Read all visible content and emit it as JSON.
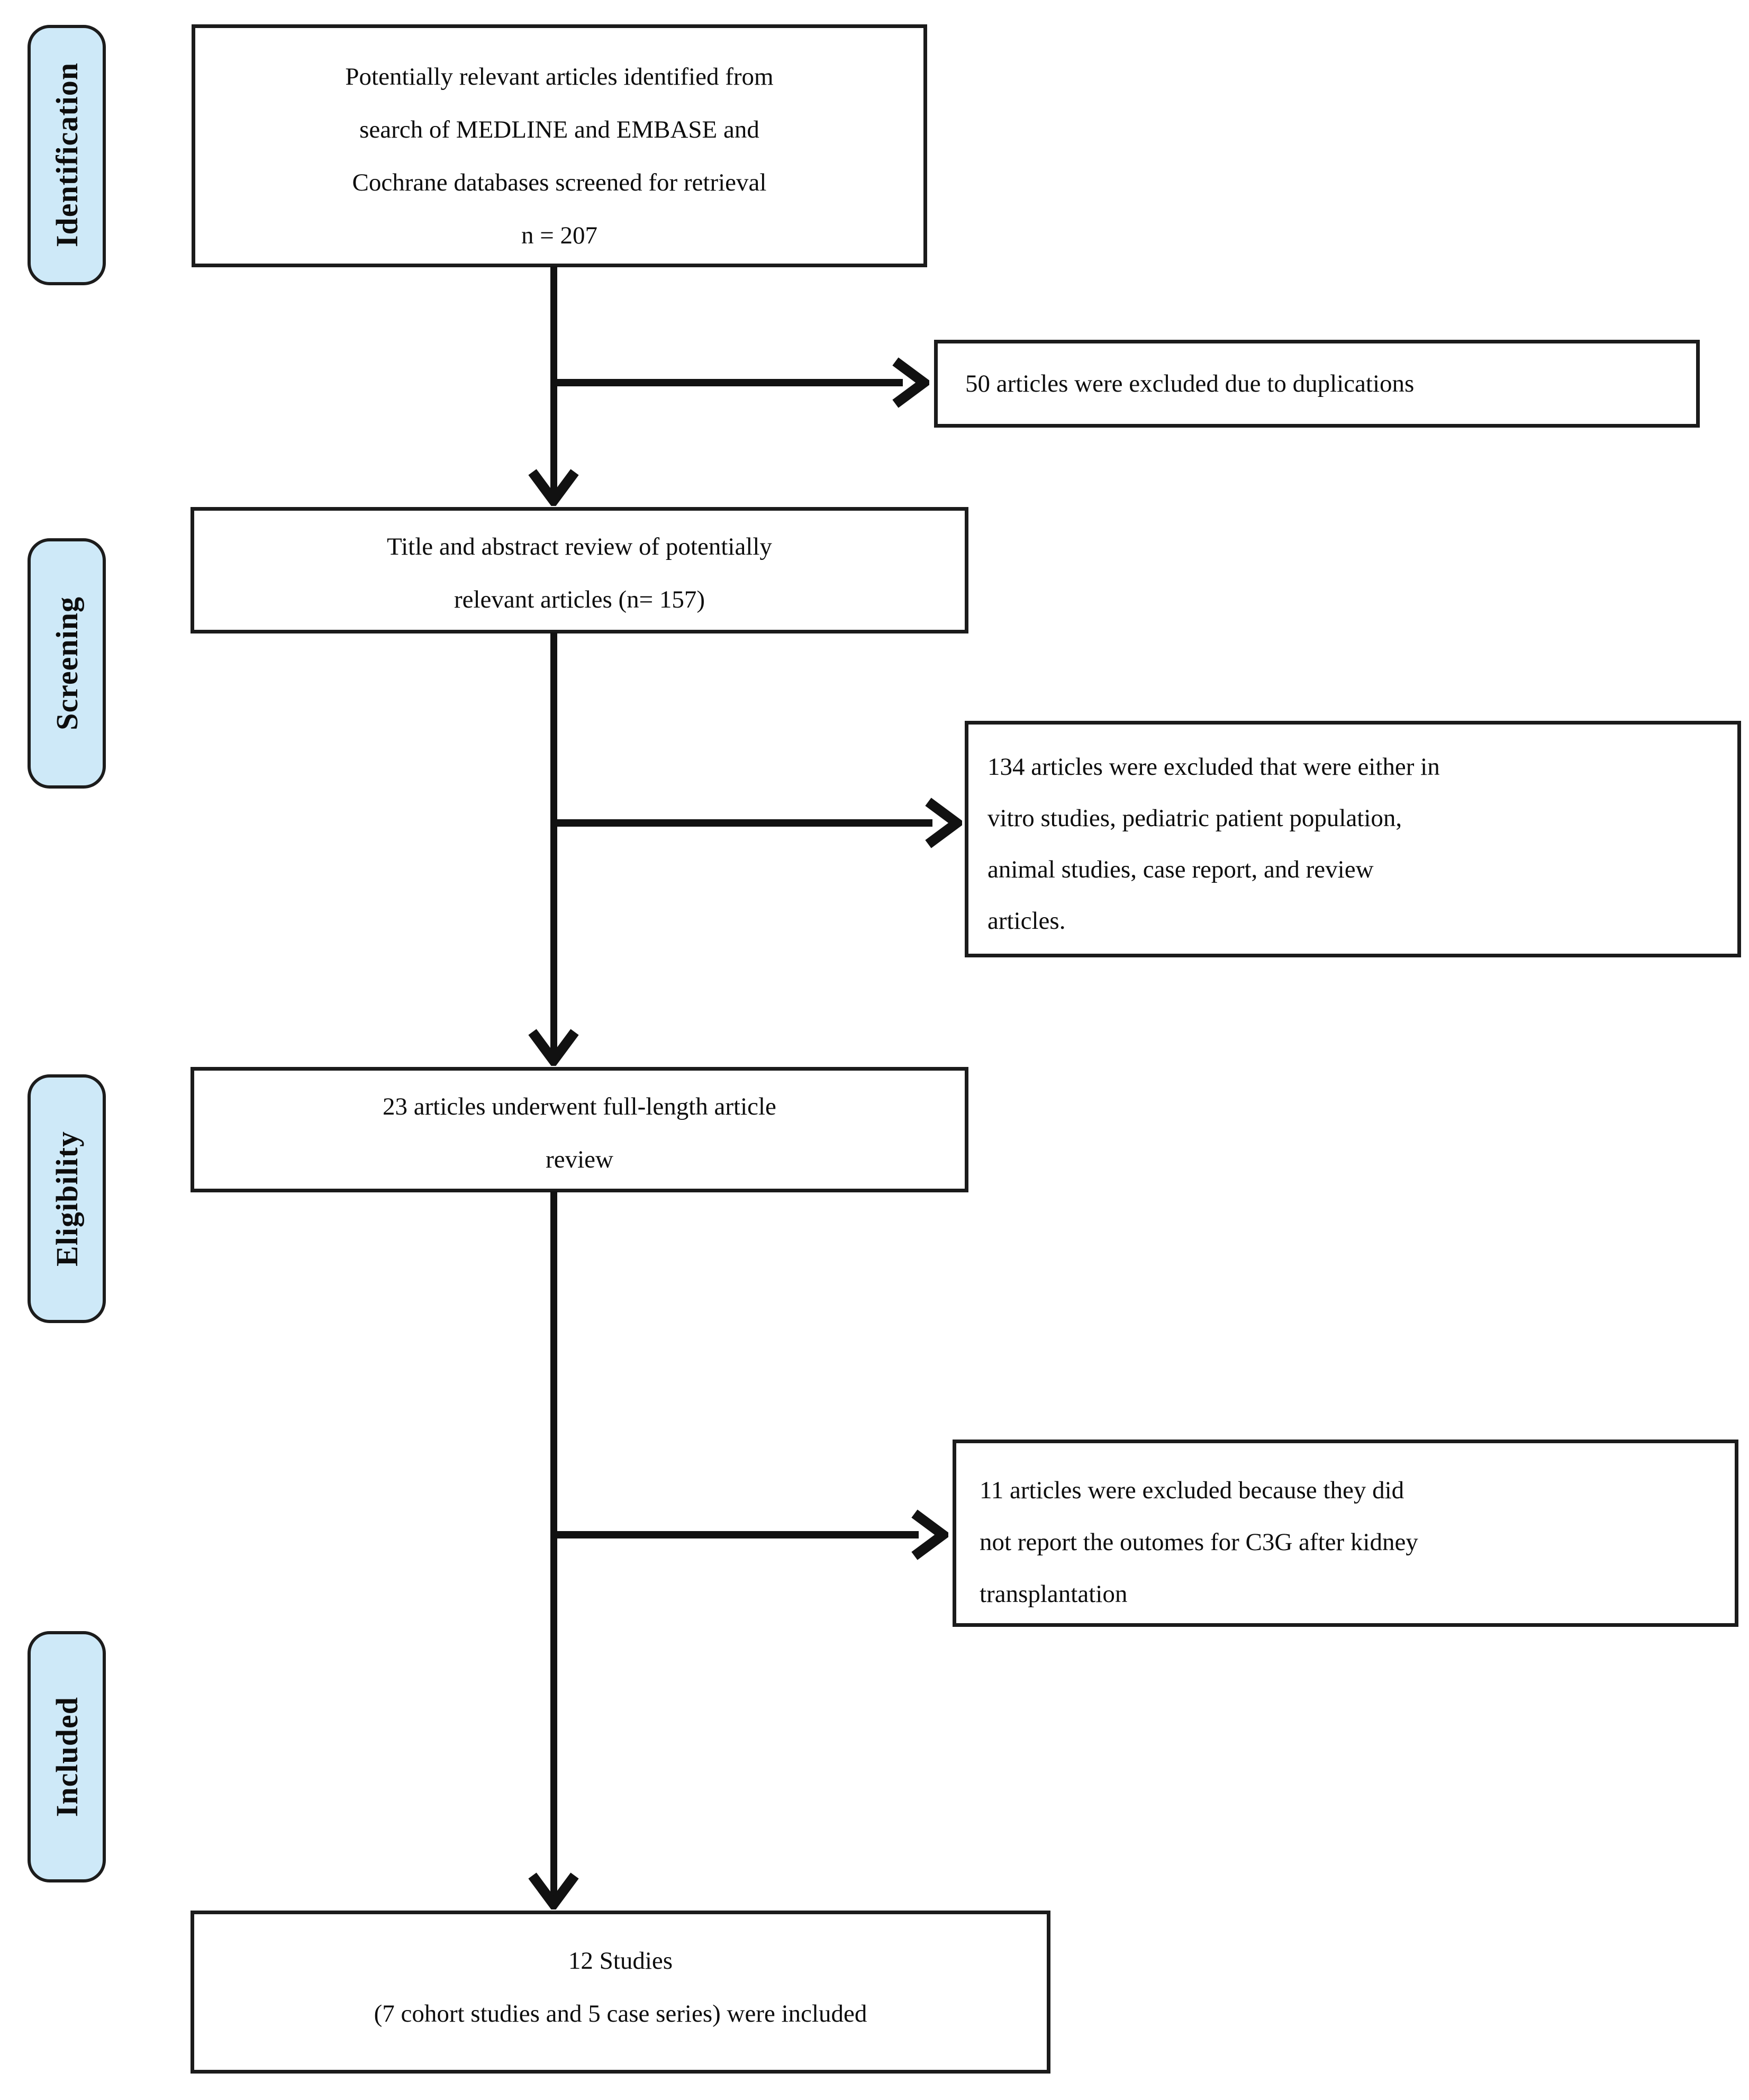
{
  "colors": {
    "background": "#ffffff",
    "stage_fill": "#cee9f8",
    "stage_border": "#1c1c1c",
    "box_border": "#1b1b1b",
    "connector": "#111111",
    "text": "#0d0d0d"
  },
  "stages": {
    "items": [
      {
        "label": "Identification"
      },
      {
        "label": "Screening"
      },
      {
        "label": "Eligibility"
      },
      {
        "label": "Included"
      }
    ]
  },
  "boxes": {
    "identified": {
      "lines": [
        "Potentially relevant articles identified from",
        "search of MEDLINE and EMBASE and",
        "Cochrane databases screened for retrieval",
        "n = 207"
      ]
    },
    "title_abstract": {
      "lines": [
        "Title and abstract review of potentially",
        "relevant articles (n= 157)"
      ]
    },
    "full_length": {
      "lines": [
        "23 articles underwent full-length article",
        "review"
      ]
    },
    "included": {
      "lines": [
        "12 Studies",
        "(7 cohort studies and 5 case series) were included"
      ]
    },
    "excluded_duplications": {
      "lines": [
        "50 articles were excluded due to duplications"
      ]
    },
    "excluded_title_abstract": {
      "lines": [
        "134 articles were excluded that were either in",
        "vitro studies, pediatric patient population,",
        "animal studies, case report, and review",
        "articles."
      ]
    },
    "excluded_full_length": {
      "lines": [
        "11 articles were excluded because they did",
        "not report the outomes for C3G after kidney",
        "transplantation"
      ]
    }
  }
}
